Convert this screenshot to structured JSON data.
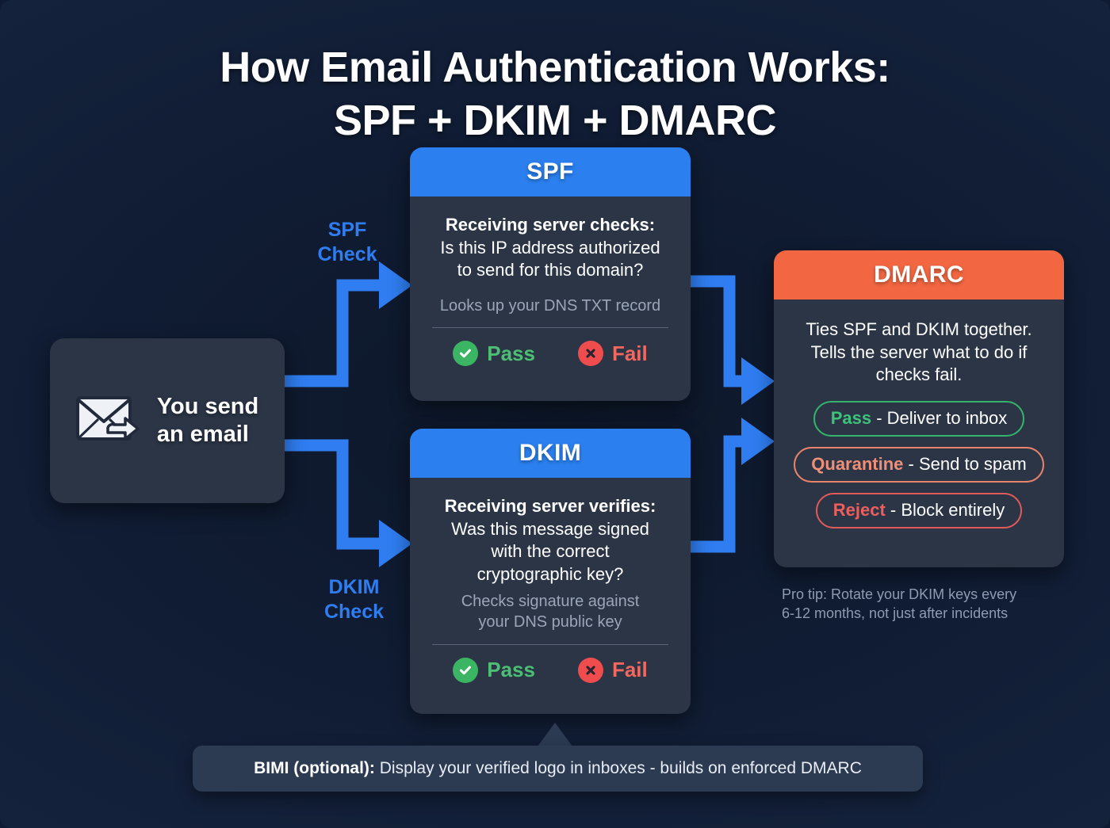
{
  "title": {
    "line1": "How Email Authentication Works:",
    "line2": "SPF + DKIM + DMARC"
  },
  "source": {
    "icon": "envelope-forward-icon",
    "label_line1": "You send",
    "label_line2": "an email"
  },
  "flow_labels": {
    "spf_line1": "SPF",
    "spf_line2": "Check",
    "dkim_line1": "DKIM",
    "dkim_line2": "Check"
  },
  "cards": {
    "spf": {
      "header": "SPF",
      "lead": "Receiving server checks:",
      "question_line1": "Is this IP address authorized",
      "question_line2": "to send for this domain?",
      "note": "Looks up your DNS TXT record",
      "pass_label": "Pass",
      "fail_label": "Fail",
      "header_color": "#2b7fef"
    },
    "dkim": {
      "header": "DKIM",
      "lead": "Receiving server verifies:",
      "question_line1": "Was this message signed",
      "question_line2": "with the correct",
      "question_line3": "cryptographic key?",
      "note_line1": "Checks signature against",
      "note_line2": "your DNS public key",
      "pass_label": "Pass",
      "fail_label": "Fail",
      "header_color": "#2b7fef"
    },
    "dmarc": {
      "header": "DMARC",
      "desc_line1": "Ties SPF and DKIM together.",
      "desc_line2": "Tells the server what to do if",
      "desc_line3": "checks fail.",
      "header_color": "#f26741",
      "policies": [
        {
          "name": "Pass",
          "separator": " - ",
          "action": "Deliver to inbox",
          "color": "#3ec27a"
        },
        {
          "name": "Quarantine",
          "separator": " - ",
          "action": "Send to spam",
          "color": "#ef8f77"
        },
        {
          "name": "Reject",
          "separator": " - ",
          "action": "Block entirely",
          "color": "#ed5f5f"
        }
      ],
      "pro_tip_line1": "Pro tip: Rotate your DKIM keys every",
      "pro_tip_line2": "6-12 months, not just after incidents"
    }
  },
  "footer": {
    "bimi_label": "BIMI (optional):",
    "bimi_text": " Display your verified logo in inboxes - builds on enforced DMARC"
  },
  "colors": {
    "background": "#101c33",
    "card_body": "#2b3546",
    "accent_blue": "#2b7fef",
    "accent_orange": "#f26741",
    "pass_green": "#3bb563",
    "fail_red": "#ef4d4d",
    "muted_text": "#9aa6b8"
  }
}
